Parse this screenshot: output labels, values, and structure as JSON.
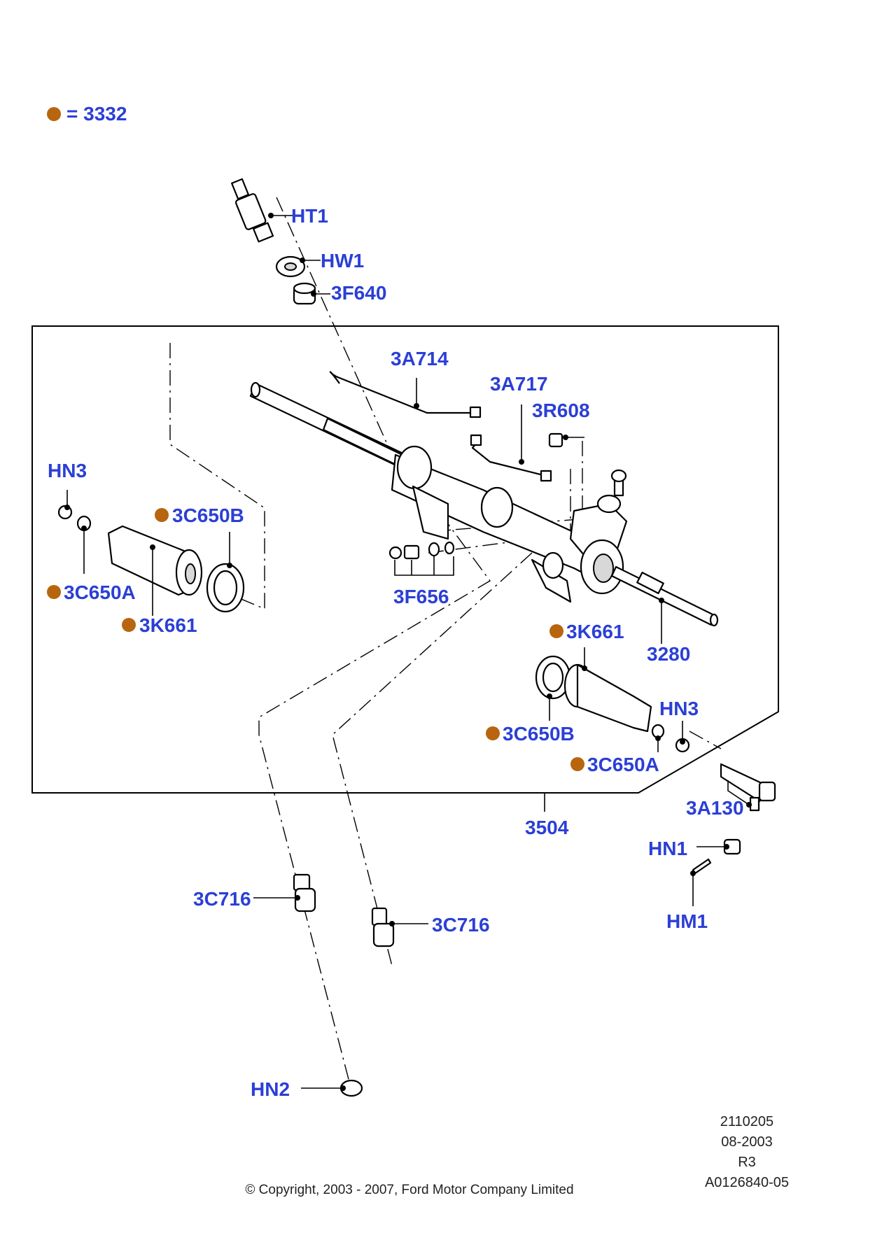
{
  "legend": {
    "text": "= 3332",
    "color": "#b8650f"
  },
  "colors": {
    "callout": "#2b3fd6",
    "marker": "#b8650f"
  },
  "callouts": {
    "ht1": "HT1",
    "hw1": "HW1",
    "f640": "3F640",
    "a714": "3A714",
    "a717": "3A717",
    "r608": "3R608",
    "hn3_left": "HN3",
    "c650b_left": "3C650B",
    "c650a_left": "3C650A",
    "k661_left": "3K661",
    "f656": "3F656",
    "k661_right": "3K661",
    "p3280": "3280",
    "hn3_right": "HN3",
    "c650b_right": "3C650B",
    "c650a_right": "3C650A",
    "a130": "3A130",
    "p3504": "3504",
    "hn1": "HN1",
    "hm1": "HM1",
    "c716_left": "3C716",
    "c716_right": "3C716",
    "hn2": "HN2"
  },
  "drawing_info": [
    "2110205",
    "08-2003",
    "R3",
    "A0126840-05"
  ],
  "copyright": "© Copyright, 2003 - 2007, Ford Motor Company Limited"
}
